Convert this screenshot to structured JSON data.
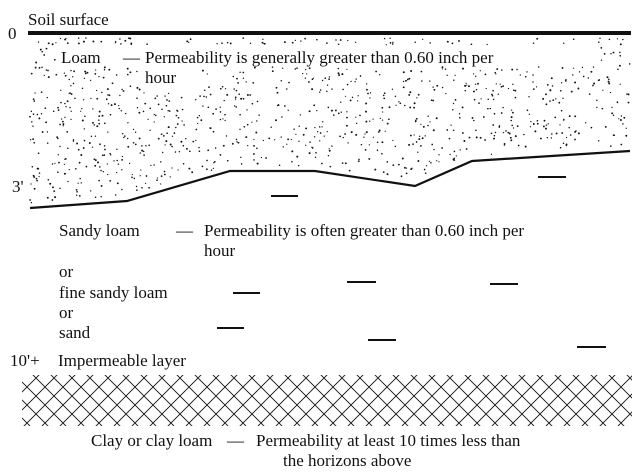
{
  "diagram": {
    "surface_label": "Soil surface",
    "depths": {
      "top": "0",
      "mid": "3'",
      "bottom": "10'+"
    },
    "upper_layer": {
      "name": "Loam",
      "sep": "—",
      "text_line1": "Permeability is generally greater than 0.60 inch per",
      "text_line2": "hour"
    },
    "middle_layer": {
      "name": "Sandy loam",
      "sep": "—",
      "text_line1": "Permeability is often greater than 0.60 inch per",
      "text_line2": "hour",
      "or1": "or",
      "alt1": "fine sandy loam",
      "or2": "or",
      "alt2": "sand"
    },
    "impermeable_label": "Impermeable layer",
    "bottom_layer": {
      "name": "Clay or clay loam",
      "sep": "—",
      "text_line1": "Permeability at least 10 times less than",
      "text_line2": "the horizons above"
    },
    "colors": {
      "ink": "#111111",
      "background": "#ffffff"
    }
  }
}
